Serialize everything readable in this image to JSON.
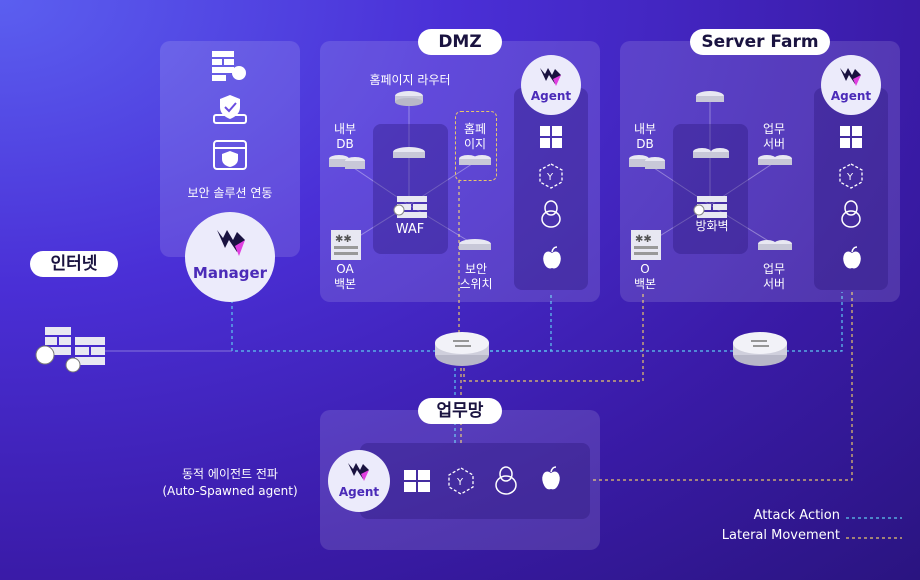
{
  "sections": {
    "dmz": "DMZ",
    "server_farm": "Server Farm",
    "office": "업무망",
    "internet": "인터넷"
  },
  "manager": {
    "integration_label": "보안 솔루션 연동",
    "name": "Manager"
  },
  "agent_name": "Agent",
  "dmz": {
    "router": "홈페이지 라우터",
    "internal_db": "내부\nDB",
    "homepage": "홈페\n이지",
    "waf": "WAF",
    "oa_backbone": "OA\n백본",
    "security_switch": "보안\n스위치"
  },
  "server_farm": {
    "internal_db": "내부\nDB",
    "biz_server_top": "업무\n서버",
    "firewall": "방화벽",
    "o_backbone": "O\n백본",
    "biz_server_bottom": "업무\n서버"
  },
  "office": {
    "auto_spawn": "동적 에이전트 전파\n(Auto-Spawned agent)"
  },
  "legend": {
    "attack_action": "Attack Action",
    "lateral_movement": "Lateral Movement",
    "attack_color": "#5ec8f0",
    "lateral_color": "#e8c66a"
  },
  "icons": [
    "firewall-icon",
    "shield-laptop-icon",
    "shield-window-icon",
    "router-icon",
    "database-icon",
    "switch-icon",
    "windows-icon",
    "kubernetes-icon",
    "linux-icon",
    "apple-icon",
    "globe-firewall-icon"
  ]
}
